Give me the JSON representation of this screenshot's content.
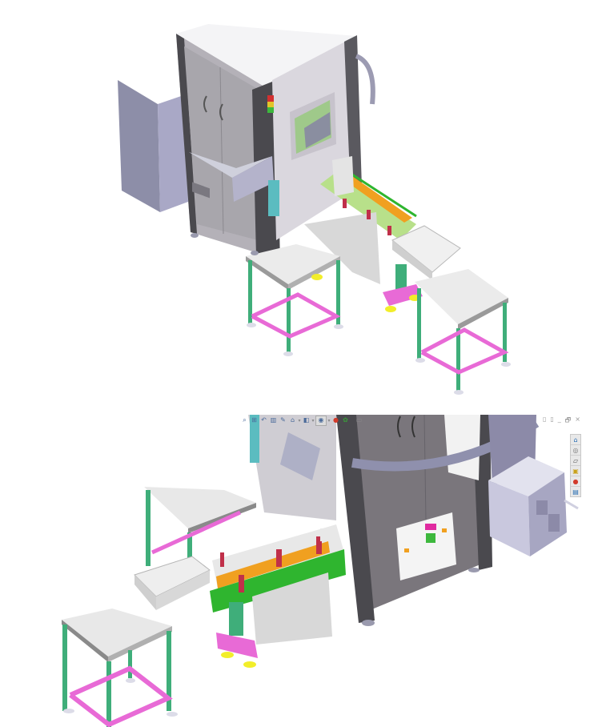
{
  "app": {
    "type": "3D CAD assembly viewer",
    "viewports_count": 2
  },
  "top_viewport": {
    "view": "isometric front-left",
    "components": [
      "electrical-cabinet-box",
      "main-machine-cabinet",
      "stack-light",
      "operator-panel",
      "inspection-window",
      "drawer-tray",
      "conveyor-module",
      "tube-tray",
      "left-table-stand",
      "right-table-stand",
      "feeder-support-post"
    ]
  },
  "bottom_viewport": {
    "view": "isometric rear-right",
    "heads_up_toolbar": {
      "items": [
        {
          "name": "zoom-to-fit",
          "glyph": "⌕"
        },
        {
          "name": "zoom-to-area",
          "glyph": "⊞"
        },
        {
          "name": "previous-view",
          "glyph": "↶"
        },
        {
          "name": "section-view",
          "glyph": "▥"
        },
        {
          "name": "dynamic-annotation",
          "glyph": "✎"
        },
        {
          "name": "view-orientation",
          "glyph": "⌂"
        },
        {
          "name": "display-style",
          "glyph": "◧"
        },
        {
          "name": "hide-show-items",
          "glyph": "◉"
        },
        {
          "name": "edit-appearance",
          "glyph": "●"
        },
        {
          "name": "apply-scene",
          "glyph": "✿"
        },
        {
          "name": "view-settings",
          "glyph": "▭"
        }
      ]
    },
    "window_controls": {
      "tile_horizontal": "▯",
      "tile_vertical": "▯",
      "minimize": "_",
      "restore": "🗗",
      "close": "×"
    },
    "task_pane": {
      "tabs": [
        {
          "name": "home",
          "glyph": "⌂",
          "color": "#2a6fb5"
        },
        {
          "name": "resources",
          "glyph": "◎",
          "color": "#777777"
        },
        {
          "name": "design-library",
          "glyph": "▱",
          "color": "#555555"
        },
        {
          "name": "file-explorer",
          "glyph": "▣",
          "color": "#c9a21a"
        },
        {
          "name": "appearances",
          "glyph": "●",
          "color": "#d23b2b"
        },
        {
          "name": "custom-properties",
          "glyph": "▤",
          "color": "#2a6fb5"
        }
      ]
    }
  },
  "colors": {
    "cabinet_light": "#d9d6dc",
    "cabinet_mid": "#b4b1b8",
    "cabinet_dark": "#6e6b72",
    "cabinet_frame": "#4a494e",
    "elec_box_front": "#8d8ea8",
    "elec_box_side": "#a9a8c6",
    "leg_green": "#3fae7a",
    "frame_pink": "#e86ad6",
    "foot_yellow": "#f2ee2a",
    "conveyor_green": "#2fb52f",
    "conveyor_orange": "#f0a020",
    "light_green": "#b8e08a",
    "panel_teal": "#5bbcc0",
    "tabletop": "#e8e8e8"
  }
}
